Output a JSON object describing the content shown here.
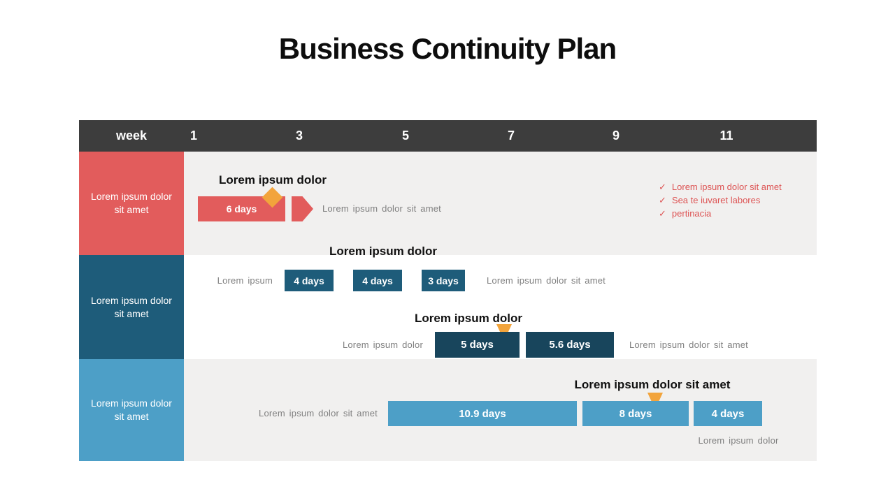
{
  "slide": {
    "title": "Business Continuity Plan"
  },
  "icons": {
    "check": "✓"
  },
  "colors": {
    "header_bg": "#3D3D3D",
    "row1_accent": "#E25C5C",
    "row2_accent": "#1E5C7A",
    "row2_bar_dark": "#18455C",
    "row3_accent": "#4D9FC7",
    "marker_orange": "#F2A43C",
    "row_bg_gray": "#F1F0EF",
    "note_gray": "#7F7F7F",
    "checklist_red": "#DD5454"
  },
  "chart_data": {
    "type": "bar",
    "subtype": "gantt-timeline",
    "title": "Business Continuity Plan",
    "xlabel": "week",
    "x_range": [
      1,
      12
    ],
    "grid": false,
    "legend": "none",
    "axis": {
      "label": "week",
      "ticks": [
        "1",
        "3",
        "5",
        "7",
        "9",
        "11"
      ]
    },
    "rows": [
      {
        "label": "Lorem ipsum dolor sit amet",
        "tracks": [
          {
            "heading": "Lorem ipsum dolor",
            "left_note": "",
            "bars": [
              {
                "label": "6 days",
                "duration_days": 6,
                "start_week": 1.1,
                "end_week": 2.7,
                "marker": "diamond",
                "arrow": true
              }
            ],
            "right_note": "Lorem ipsum dolor sit amet"
          }
        ],
        "checklist": [
          "Lorem ipsum dolor sit amet",
          "Sea te iuvaret labores",
          "pertinacia"
        ]
      },
      {
        "label": "Lorem ipsum dolor sit amet",
        "tracks": [
          {
            "heading": "Lorem ipsum dolor",
            "left_note": "Lorem ipsum",
            "bars": [
              {
                "label": "4 days",
                "duration_days": 4,
                "start_week": 2.7,
                "end_week": 3.7
              },
              {
                "label": "4 days",
                "duration_days": 4,
                "start_week": 4.0,
                "end_week": 5.0
              },
              {
                "label": "3 days",
                "duration_days": 3,
                "start_week": 5.3,
                "end_week": 6.1
              }
            ],
            "right_note": "Lorem ipsum dolor sit amet"
          },
          {
            "heading": "Lorem ipsum dolor",
            "left_note": "Lorem ipsum dolor",
            "bars": [
              {
                "label": "5 days",
                "duration_days": 5,
                "start_week": 5.6,
                "end_week": 7.2,
                "marker": "triangle"
              },
              {
                "label": "5.6 days",
                "duration_days": 5.6,
                "start_week": 7.3,
                "end_week": 9.0
              }
            ],
            "right_note": "Lorem ipsum dolor sit amet"
          }
        ]
      },
      {
        "label": "Lorem ipsum dolor sit amet",
        "tracks": [
          {
            "heading": "Lorem ipsum dolor sit amet",
            "left_note": "Lorem ipsum dolor sit amet",
            "bars": [
              {
                "label": "10.9 days",
                "duration_days": 10.9,
                "start_week": 4.7,
                "end_week": 8.3
              },
              {
                "label": "8 days",
                "duration_days": 8,
                "start_week": 8.4,
                "end_week": 10.4,
                "marker": "triangle"
              },
              {
                "label": "4 days",
                "duration_days": 4,
                "start_week": 10.5,
                "end_week": 11.8
              }
            ],
            "bottom_note": "Lorem ipsum dolor"
          }
        ]
      }
    ]
  }
}
